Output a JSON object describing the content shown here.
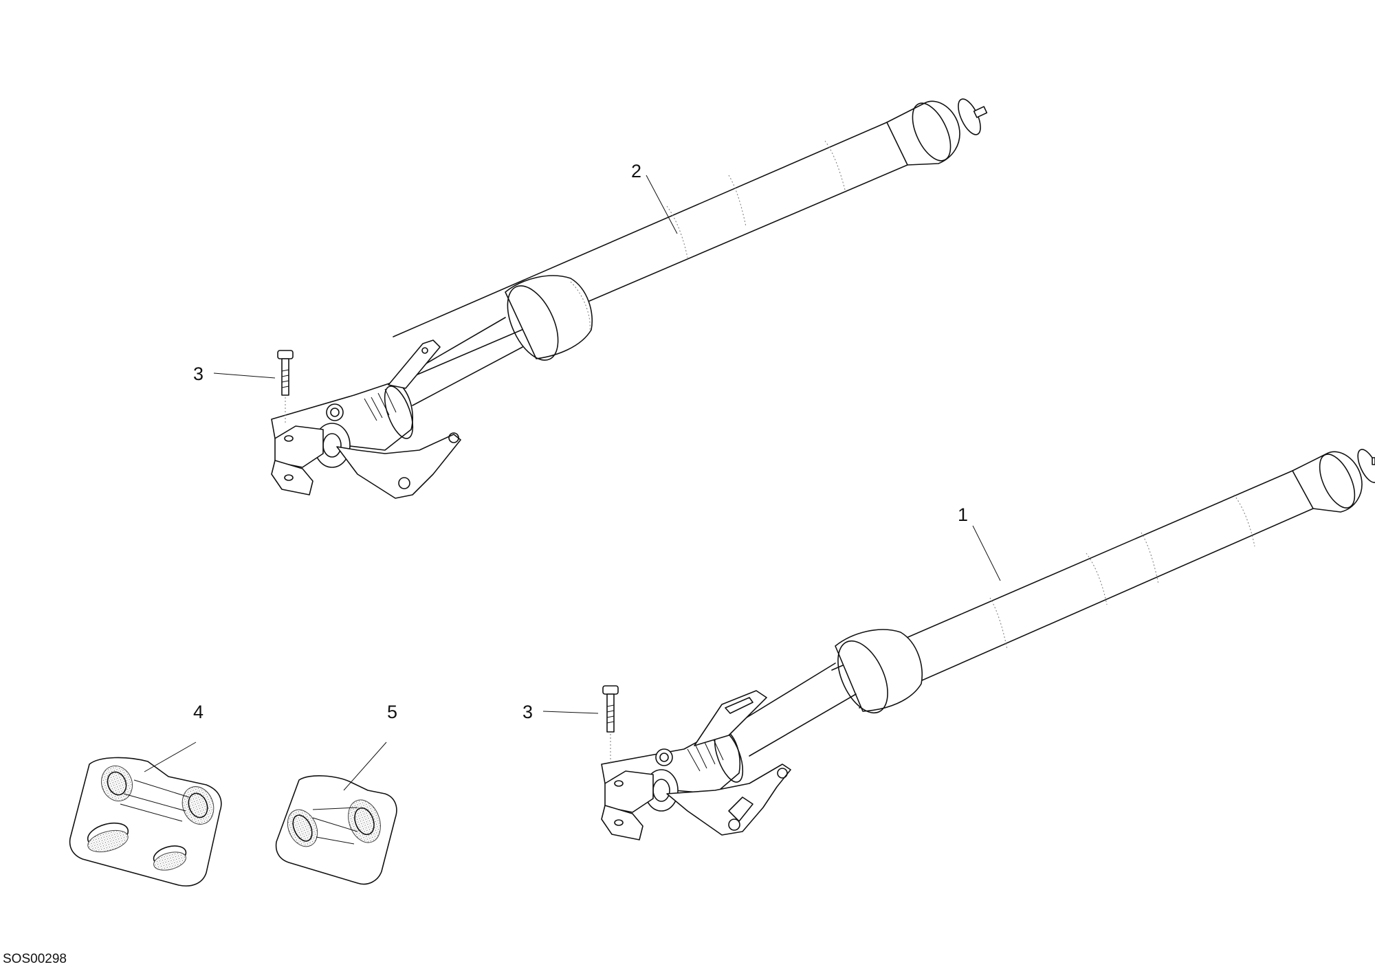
{
  "diagram": {
    "drawing_code": "SOS00298",
    "callouts": [
      {
        "id": "fork-leg-right",
        "label": "1"
      },
      {
        "id": "fork-leg-left",
        "label": "2"
      },
      {
        "id": "bolt-upper",
        "label": "3"
      },
      {
        "id": "bolt-lower",
        "label": "3"
      },
      {
        "id": "seal-kit-a",
        "label": "4"
      },
      {
        "id": "seal-kit-b",
        "label": "5"
      }
    ],
    "colors": {
      "line": "#111111",
      "background": "#ffffff"
    }
  }
}
